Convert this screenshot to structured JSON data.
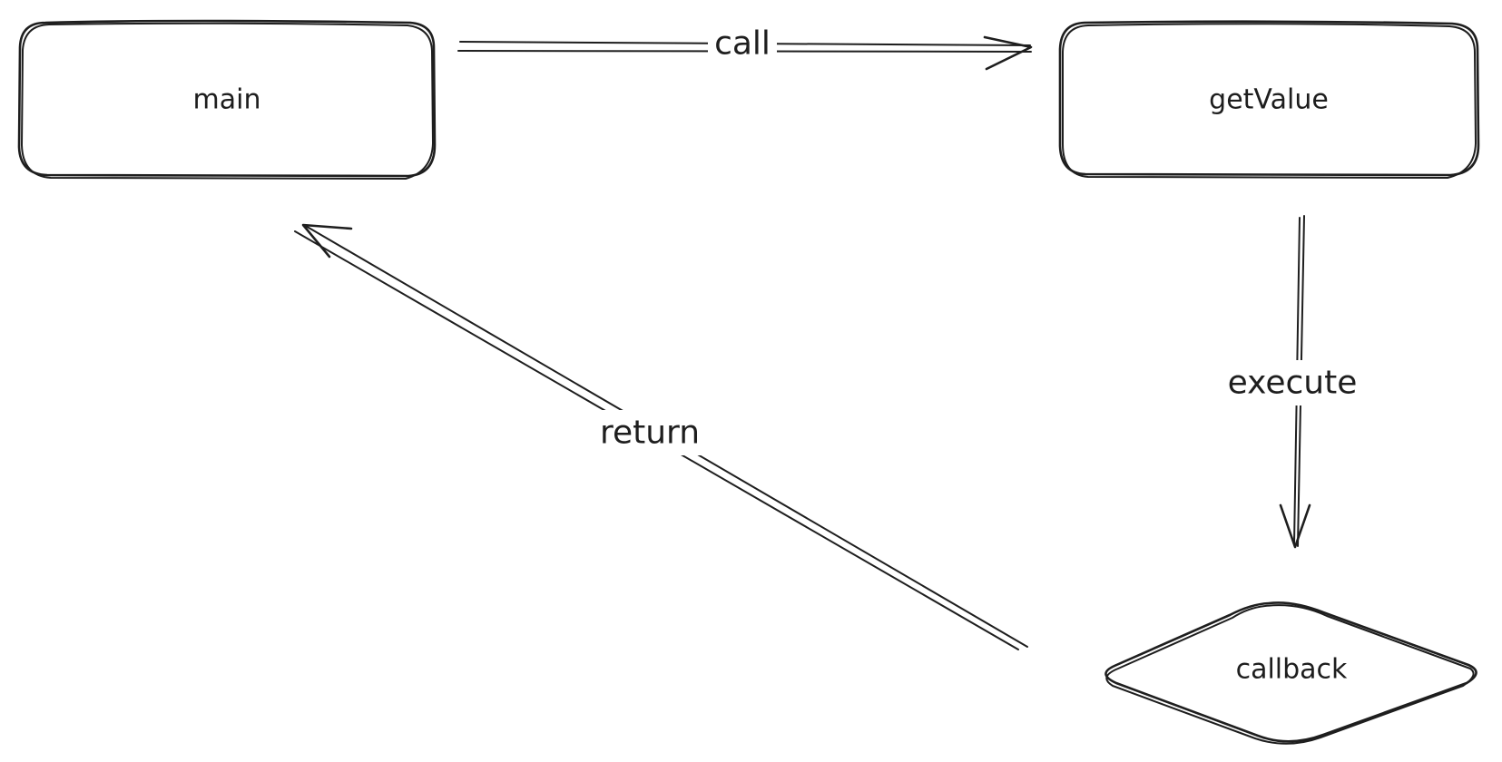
{
  "nodes": {
    "main": {
      "label": "main",
      "shape": "rounded-rectangle"
    },
    "getvalue": {
      "label": "getValue",
      "shape": "rounded-rectangle"
    },
    "callback": {
      "label": "callback",
      "shape": "diamond"
    }
  },
  "edges": {
    "call": {
      "label": "call",
      "from": "main",
      "to": "getValue"
    },
    "execute": {
      "label": "execute",
      "from": "getValue",
      "to": "callback"
    },
    "return": {
      "label": "return",
      "from": "callback",
      "to": "main"
    }
  },
  "colors": {
    "stroke": "#1e1e1e",
    "background": "#ffffff"
  }
}
